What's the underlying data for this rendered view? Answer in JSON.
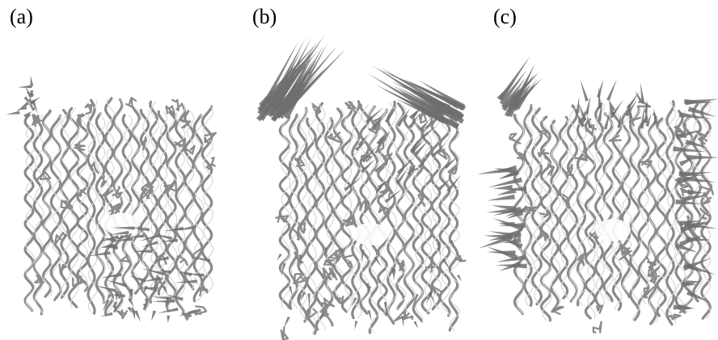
{
  "figure": {
    "panels": [
      {
        "label": "(a)",
        "image": "protein-backbone-ribbon-with-short-motion-spikes"
      },
      {
        "label": "(b)",
        "image": "protein-backbone-ribbon-with-long-spikes-at-top"
      },
      {
        "label": "(c)",
        "image": "protein-backbone-ribbon-with-spikes-on-sides"
      }
    ],
    "colors": {
      "ribbon": "#8a8a8a",
      "ribbon_highlight": "#d8d8d8",
      "spike": "#6e6e6e",
      "background": "#ffffff"
    }
  }
}
